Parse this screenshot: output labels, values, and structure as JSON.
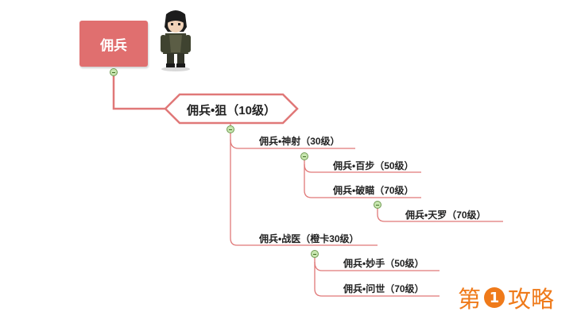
{
  "root": {
    "label": "佣兵"
  },
  "main_node": {
    "label": "佣兵•狙（10级）"
  },
  "branches": [
    {
      "label": "佣兵•神射（30级）",
      "children": [
        {
          "label": "佣兵•百步（50级）"
        },
        {
          "label": "佣兵•破瞄（70级）",
          "children": [
            {
              "label": "佣兵•天罗（70级）"
            }
          ]
        }
      ]
    },
    {
      "label": "佣兵•战医（橙卡30级）",
      "children": [
        {
          "label": "佣兵•妙手（50级）"
        },
        {
          "label": "佣兵•问世（70级）"
        }
      ]
    }
  ],
  "watermark": {
    "prefix": "第",
    "number": "1",
    "suffix": "攻略"
  },
  "colors": {
    "connector": "#e07878",
    "root_fill": "#e06f6f",
    "toggle_fill": "#c8e6b0",
    "watermark": "#ef7a1a"
  }
}
